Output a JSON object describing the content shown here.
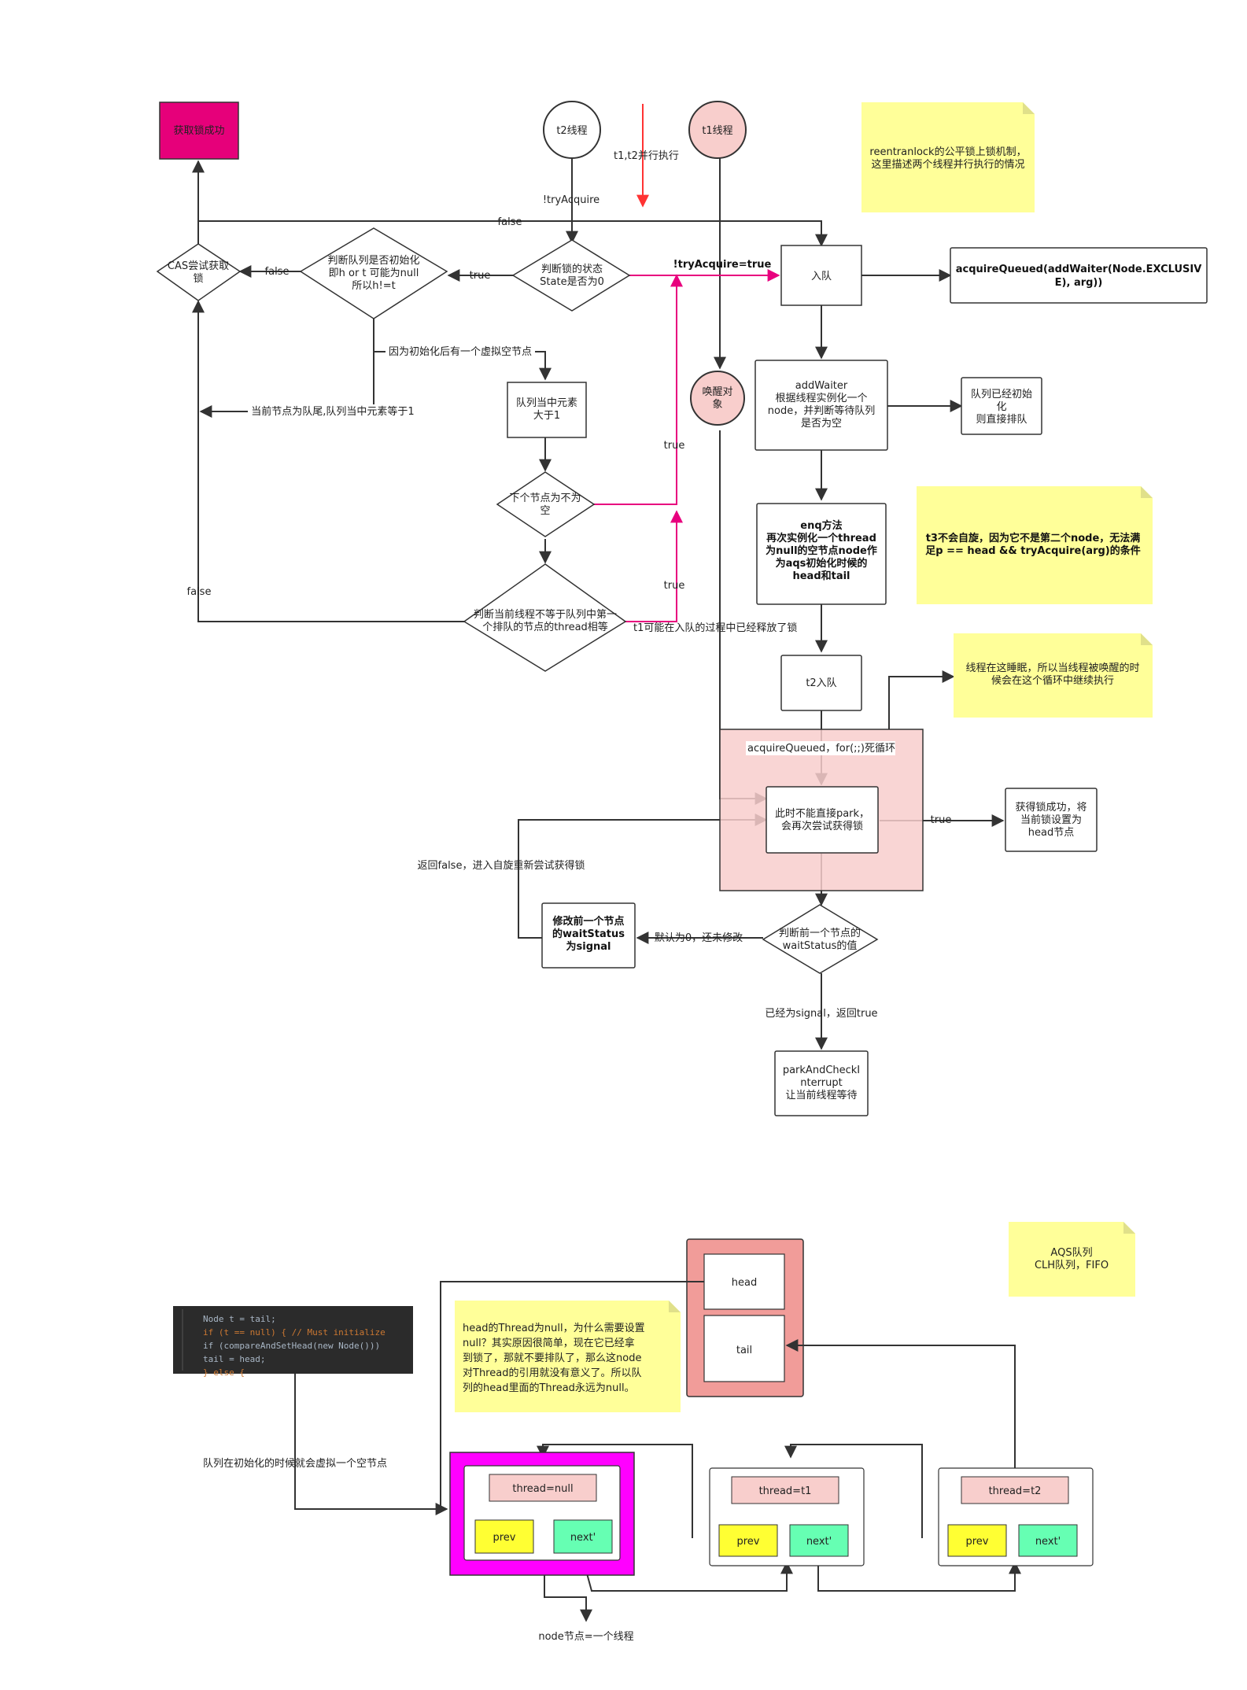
{
  "colors": {
    "pink_accent": "#e8007e",
    "success_fill": "#e6007a",
    "light_red": "#f8cecc",
    "note_yellow": "#ffff99",
    "magenta_fill": "#ff00ff",
    "header_red": "#f19c99",
    "prev_yellow": "#ffff33",
    "next_green": "#66ffb3",
    "red_arrow": "#ff3333"
  },
  "flow": {
    "success": "获取锁成功",
    "t2_thread": "t2线程",
    "t1_thread": "t1线程",
    "parallel_note": "t1,t2并行执行",
    "try_acquire_neg": "!tryAcquire",
    "false_label": "false",
    "true_label": "true",
    "state_check": [
      "判断锁的状态",
      "State是否为0"
    ],
    "try_acquire_true": "!tryAcquire=true",
    "enqueue": "入队",
    "acquire_queued_call": [
      "acquireQueued(addWaiter(Node.EXCLUSIV",
      "E), arg))"
    ],
    "cas_try": [
      "CAS尝试获取",
      "锁"
    ],
    "init_check": [
      "判断队列是否初始化",
      "即h or t 可能为null",
      "所以h!=t"
    ],
    "virtual_node_note": "因为初始化后有一个虚拟空节点",
    "queue_gt1": [
      "队列当中元素",
      "大于1"
    ],
    "tail_note": "当前节点为队尾,队列当中元素等于1",
    "next_not_null": [
      "下个节点为不为",
      "空"
    ],
    "thread_check": [
      "判断当前线程不等于队列中第一",
      "个排队的节点的thread相等"
    ],
    "wake": [
      "唤醒对",
      "象"
    ],
    "add_waiter": [
      "addWaiter",
      "根据线程实例化一个",
      "node，并判断等待队列",
      "是否为空"
    ],
    "queue_initialized": [
      "队列已经初始",
      "化",
      "则直接排队"
    ],
    "enq": [
      "enq方法",
      "再次实例化一个thread",
      "为null的空节点node作",
      "为aqs初始化时候的",
      "head和tail"
    ],
    "t1_release_note": "t1可能在入队的过程中已经释放了锁",
    "t2_enqueue": "t2入队",
    "acquire_loop": "acquireQueued，for(;;)死循环",
    "cannot_park": [
      "此时不能直接park，",
      "会再次尝试获得锁"
    ],
    "acquired": [
      "获得锁成功，将",
      "当前锁设置为",
      "head节点"
    ],
    "return_false_spin": "返回false，进入自旋重新尝试获得锁",
    "modify_prev": [
      "修改前一个节点",
      "的waitStatus",
      "为signal"
    ],
    "default_zero": "默认为0，还未修改",
    "check_prev_status": [
      "判断前一个节点的",
      "waitStatus的值"
    ],
    "already_signal": "已经为signal，返回true",
    "park_check": [
      "parkAndCheckI",
      "nterrupt",
      "让当前线程等待"
    ]
  },
  "notes": {
    "fair_lock": [
      "reentranlock的公平锁上锁机制，",
      "这里描述两个线程并行执行的情况"
    ],
    "t3_note": [
      "t3不会自旋，因为它不是第二个node，无法满",
      "足p == head && tryAcquire(arg)的条件"
    ],
    "sleep_note": [
      "线程在这睡眠，所以当线程被唤醒的时",
      "候会在这个循环中继续执行"
    ],
    "aqs_queue": [
      "AQS队列",
      "CLH队列，FIFO"
    ],
    "head_thread_null": [
      "head的Thread为null，为什么需要设置",
      "null？其实原因很简单，现在它已经拿",
      "到锁了，那就不要排队了，那么这node",
      "对Thread的引用就没有意义了。所以队",
      "列的head里面的Thread永远为null。"
    ]
  },
  "code_lines": [
    "Node t = tail;",
    "if (t == null) { // Must initialize",
    "    if (compareAndSetHead(new Node()))",
    "        tail = head;",
    "} else {"
  ],
  "queue": {
    "head": "head",
    "tail": "tail",
    "init_note": "队列在初始化的时候就会虚拟一个空节点",
    "nodes": [
      {
        "thread": "thread=null",
        "prev": "prev",
        "next": "next'"
      },
      {
        "thread": "thread=t1",
        "prev": "prev",
        "next": "next'"
      },
      {
        "thread": "thread=t2",
        "prev": "prev",
        "next": "next'"
      }
    ],
    "node_note": "node节点=一个线程"
  }
}
